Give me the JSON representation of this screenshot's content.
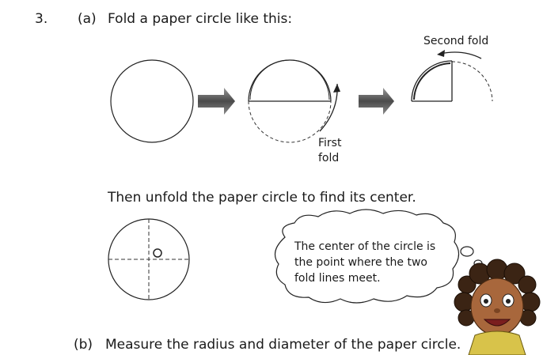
{
  "question": {
    "number": "3.",
    "part_a": {
      "label": "(a)",
      "instruction": "Fold a paper circle like this:",
      "second_fold_label": "Second fold",
      "first_fold_line1": "First",
      "first_fold_line2": "fold",
      "unfold_instruction": "Then unfold the paper circle to find its center."
    },
    "thought_bubble": {
      "line1": "The center of the circle is",
      "line2": "the point where the two",
      "line3": "fold lines meet."
    },
    "part_b": {
      "label": "(b)",
      "instruction": "Measure the radius and diameter of the paper circle."
    }
  },
  "icons": [
    "arrow-right-icon",
    "curved-arrow-icon",
    "girl-illustration"
  ]
}
